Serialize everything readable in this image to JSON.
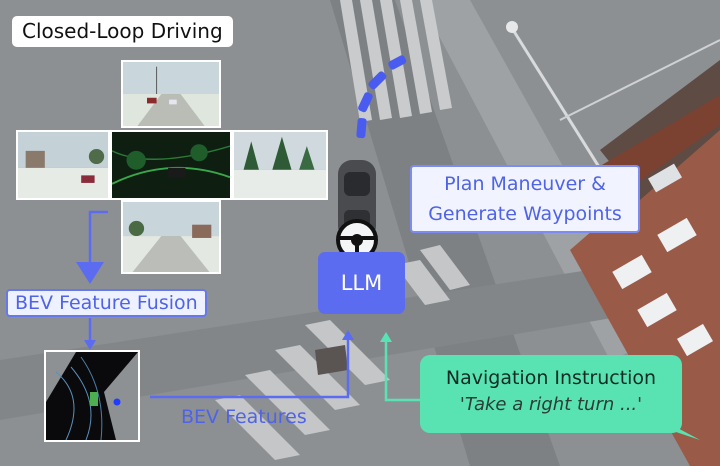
{
  "title": "Closed-Loop Driving",
  "fusion_label": "BEV Feature Fusion",
  "features_label": "BEV Features",
  "llm_label": "LLM",
  "plan": {
    "line1": "Plan Maneuver &",
    "line2": "Generate Waypoints"
  },
  "navigation": {
    "title": "Navigation Instruction",
    "instruction": "'Take a right turn ...'"
  },
  "colors": {
    "accent_blue": "#5b6cf0",
    "label_blue": "#4f63e6",
    "nav_green": "#59e3b2",
    "waypoint_blue": "#4a5cf0"
  }
}
